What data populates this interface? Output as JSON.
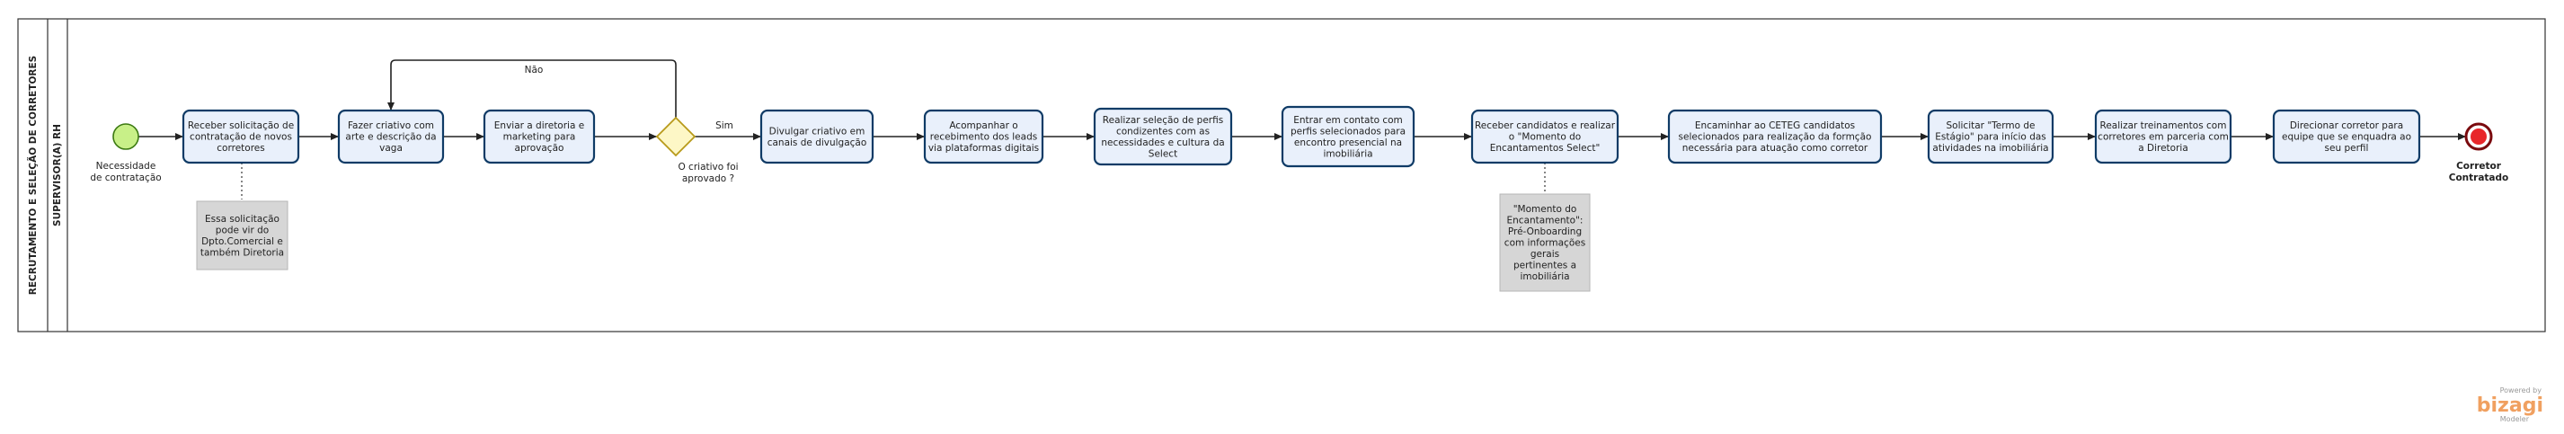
{
  "pool": {
    "label": "RECRUTAMENTO E SELEÇÃO DE CORRETORES"
  },
  "lane": {
    "label": "SUPERVISOR(A) RH"
  },
  "start_event": {
    "label": [
      "Necessidade",
      "de contratação"
    ]
  },
  "end_event": {
    "label": [
      "Corretor",
      "Contratado"
    ]
  },
  "tasks": [
    {
      "id": "t1",
      "lines": [
        "Receber solicitação de",
        "contratação de novos",
        "corretores"
      ]
    },
    {
      "id": "t2",
      "lines": [
        "Fazer criativo com",
        "arte e descrição da",
        "vaga"
      ]
    },
    {
      "id": "t3",
      "lines": [
        "Enviar a diretoria e",
        "marketing para",
        "aprovação"
      ]
    },
    {
      "id": "t4",
      "lines": [
        "Divulgar criativo em",
        "canais de divulgação"
      ]
    },
    {
      "id": "t5",
      "lines": [
        "Acompanhar o",
        "recebimento dos leads",
        "via plataformas digitais"
      ]
    },
    {
      "id": "t6",
      "lines": [
        "Realizar seleção de perfis",
        "condizentes com as",
        "necessidades e cultura da",
        "Select"
      ]
    },
    {
      "id": "t7",
      "lines": [
        "Entrar em contato com",
        "perfis selecionados para",
        "encontro presencial na",
        "imobiliária"
      ]
    },
    {
      "id": "t8",
      "lines": [
        "Receber candidatos e realizar",
        "o \"Momento do",
        "Encantamentos Select\""
      ]
    },
    {
      "id": "t9",
      "lines": [
        "Encaminhar ao CETEG candidatos",
        "selecionados para realização da formção",
        "necessária para atuação como corretor"
      ]
    },
    {
      "id": "t10",
      "lines": [
        "Solicitar \"Termo de",
        "Estágio\" para início das",
        "atividades na imobiliária"
      ]
    },
    {
      "id": "t11",
      "lines": [
        "Realizar treinamentos com",
        "corretores em parceria com",
        "a Diretoria"
      ]
    },
    {
      "id": "t12",
      "lines": [
        "Direcionar corretor para",
        "equipe que se enquadra ao",
        "seu perfil"
      ]
    }
  ],
  "gateway": {
    "label": [
      "O criativo foi",
      "aprovado ?"
    ],
    "yes_label": "Sim",
    "no_label": "Não"
  },
  "annotations": [
    {
      "id": "a1",
      "lines": [
        "Essa solicitação",
        "pode vir do",
        "Dpto.Comercial e",
        "também Diretoria"
      ]
    },
    {
      "id": "a2",
      "lines": [
        "\"Momento do",
        "Encantamento\":",
        "Pré-Onboarding",
        "com informações",
        "gerais",
        "pertinentes a",
        "imobiliária"
      ]
    }
  ],
  "watermark": {
    "powered": "Powered by",
    "brand": "bizagi",
    "product": "Modeler"
  },
  "colors": {
    "start_fill": "#c8f088",
    "start_stroke": "#3c7a12",
    "end_fill": "#e8262a",
    "end_stroke": "#7a0a0e",
    "gateway_fill": "#fdf7c6",
    "gateway_stroke": "#b89a1a",
    "task_fill": "#e9f0fb",
    "task_stroke": "#0f3b66",
    "annotation_fill": "#d6d6d6"
  }
}
